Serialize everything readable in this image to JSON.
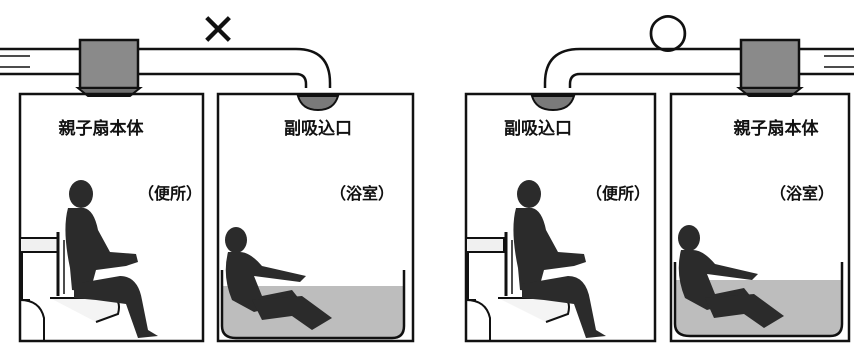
{
  "panels": [
    {
      "mark": "✕",
      "mark_meaning": "incorrect",
      "left_room": {
        "device_label": "親子扇本体",
        "room_label": "（便所）",
        "device": "fan-unit"
      },
      "right_room": {
        "device_label": "副吸込口",
        "room_label": "（浴室）",
        "device": "sub-intake"
      }
    },
    {
      "mark": "○",
      "mark_meaning": "correct",
      "left_room": {
        "device_label": "副吸込口",
        "room_label": "（便所）",
        "device": "sub-intake"
      },
      "right_room": {
        "device_label": "親子扇本体",
        "room_label": "（浴室）",
        "device": "fan-unit"
      }
    }
  ],
  "colors": {
    "line": "#111111",
    "fan_body": "#8a8a8a",
    "water": "#bdbdbd",
    "silhouette": "#2b2b2b",
    "intake": "#7a7a7a"
  }
}
